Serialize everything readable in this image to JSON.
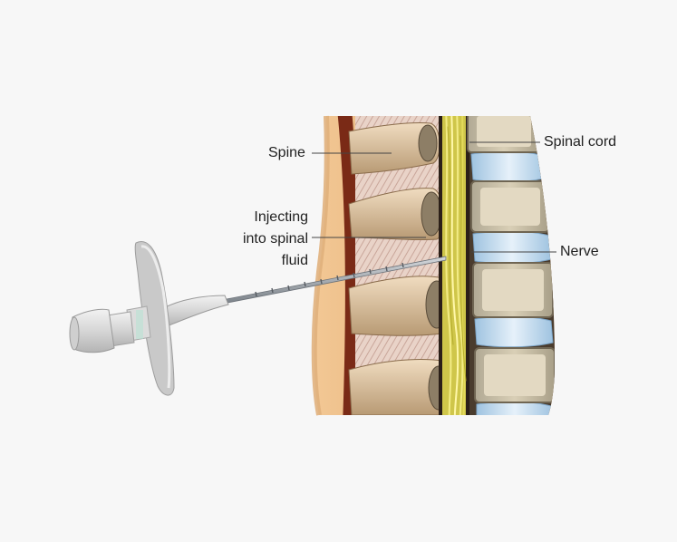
{
  "labels": {
    "spine": "Spine",
    "injecting_line1": "Injecting",
    "injecting_line2": "into spinal",
    "injecting_line3": "fluid",
    "spinal_cord": "Spinal cord",
    "nerve": "Nerve"
  },
  "colors": {
    "background": "#f7f7f7",
    "skin": "#e3a96a",
    "muscle": "#7a2a16",
    "bone": "#d9c2a2",
    "disc": "#bfd8ea",
    "nerve": "#e8e05a",
    "needle": "#9aa0a6",
    "label_text": "#222222"
  }
}
